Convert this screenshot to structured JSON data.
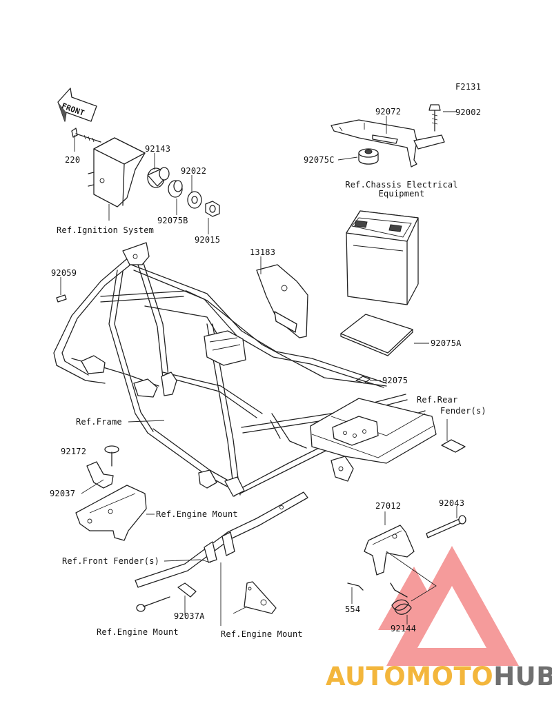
{
  "figure_code": "F2131",
  "front_arrow": "FRONT",
  "labels": {
    "p220": "220",
    "p92143": "92143",
    "p92022": "92022",
    "p92075b": "92075B",
    "p92015": "92015",
    "ref_ignition": "Ref.Ignition System",
    "p92072": "92072",
    "p92002": "92002",
    "p92075c": "92075C",
    "ref_chassis_1": "Ref.Chassis Electrical",
    "ref_chassis_2": "Equipment",
    "p92059": "92059",
    "p13183": "13183",
    "p92075a": "92075A",
    "p92075": "92075",
    "ref_rear_1": "Ref.Rear",
    "ref_rear_2": "Fender(s)",
    "ref_frame": "Ref.Frame",
    "p92172": "92172",
    "p92037": "92037",
    "ref_engine_mount_1": "Ref.Engine Mount",
    "ref_front_fender": "Ref.Front Fender(s)",
    "p92037a": "92037A",
    "ref_engine_mount_2": "Ref.Engine Mount",
    "ref_engine_mount_3": "Ref.Engine Mount",
    "p27012": "27012",
    "p92043": "92043",
    "p554": "554",
    "p92144": "92144"
  },
  "watermark": {
    "part1": "AUTOMOTO",
    "part2": "HUB",
    "color1": "#f3b63c",
    "color2": "#6f6f6f",
    "logo_color": "#ee4b4b"
  }
}
